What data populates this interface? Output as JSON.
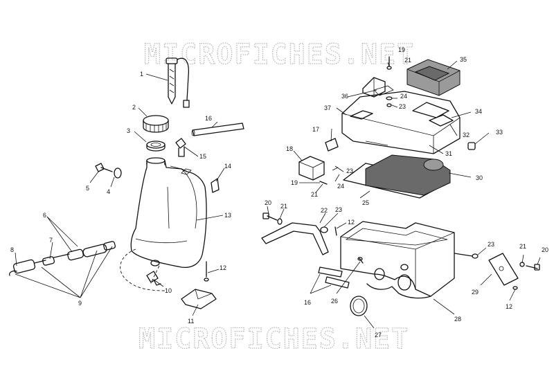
{
  "watermark": {
    "top": "MICROFICHES.NET",
    "bottom": "MICROFICHES.NET"
  },
  "callouts": [
    {
      "id": "c1",
      "label": "1"
    },
    {
      "id": "c2",
      "label": "2"
    },
    {
      "id": "c3",
      "label": "3"
    },
    {
      "id": "c4",
      "label": "4"
    },
    {
      "id": "c5",
      "label": "5"
    },
    {
      "id": "c6",
      "label": "6"
    },
    {
      "id": "c7",
      "label": "7"
    },
    {
      "id": "c8",
      "label": "8"
    },
    {
      "id": "c9",
      "label": "9"
    },
    {
      "id": "c10",
      "label": "10"
    },
    {
      "id": "c11",
      "label": "11"
    },
    {
      "id": "c12a",
      "label": "12"
    },
    {
      "id": "c13",
      "label": "13"
    },
    {
      "id": "c14",
      "label": "14"
    },
    {
      "id": "c15",
      "label": "15"
    },
    {
      "id": "c16a",
      "label": "16"
    },
    {
      "id": "c17",
      "label": "17"
    },
    {
      "id": "c18",
      "label": "18"
    },
    {
      "id": "c19a",
      "label": "19"
    },
    {
      "id": "c19b",
      "label": "19"
    },
    {
      "id": "c20a",
      "label": "20"
    },
    {
      "id": "c20b",
      "label": "20"
    },
    {
      "id": "c21a",
      "label": "21"
    },
    {
      "id": "c21b",
      "label": "21"
    },
    {
      "id": "c21c",
      "label": "21"
    },
    {
      "id": "c21d",
      "label": "21"
    },
    {
      "id": "c22",
      "label": "22"
    },
    {
      "id": "c23a",
      "label": "23"
    },
    {
      "id": "c23b",
      "label": "23"
    },
    {
      "id": "c23c",
      "label": "23"
    },
    {
      "id": "c23d",
      "label": "23"
    },
    {
      "id": "c24a",
      "label": "24"
    },
    {
      "id": "c24b",
      "label": "24"
    },
    {
      "id": "c25",
      "label": "25"
    },
    {
      "id": "c26",
      "label": "26"
    },
    {
      "id": "c27",
      "label": "27"
    },
    {
      "id": "c28",
      "label": "28"
    },
    {
      "id": "c29",
      "label": "29"
    },
    {
      "id": "c30",
      "label": "30"
    },
    {
      "id": "c31",
      "label": "31"
    },
    {
      "id": "c32",
      "label": "32"
    },
    {
      "id": "c33",
      "label": "33"
    },
    {
      "id": "c34",
      "label": "34"
    },
    {
      "id": "c35",
      "label": "35"
    },
    {
      "id": "c36",
      "label": "36"
    },
    {
      "id": "c37",
      "label": "37"
    },
    {
      "id": "c12b",
      "label": "12"
    },
    {
      "id": "c12c",
      "label": "12"
    },
    {
      "id": "c16b",
      "label": "16"
    }
  ]
}
